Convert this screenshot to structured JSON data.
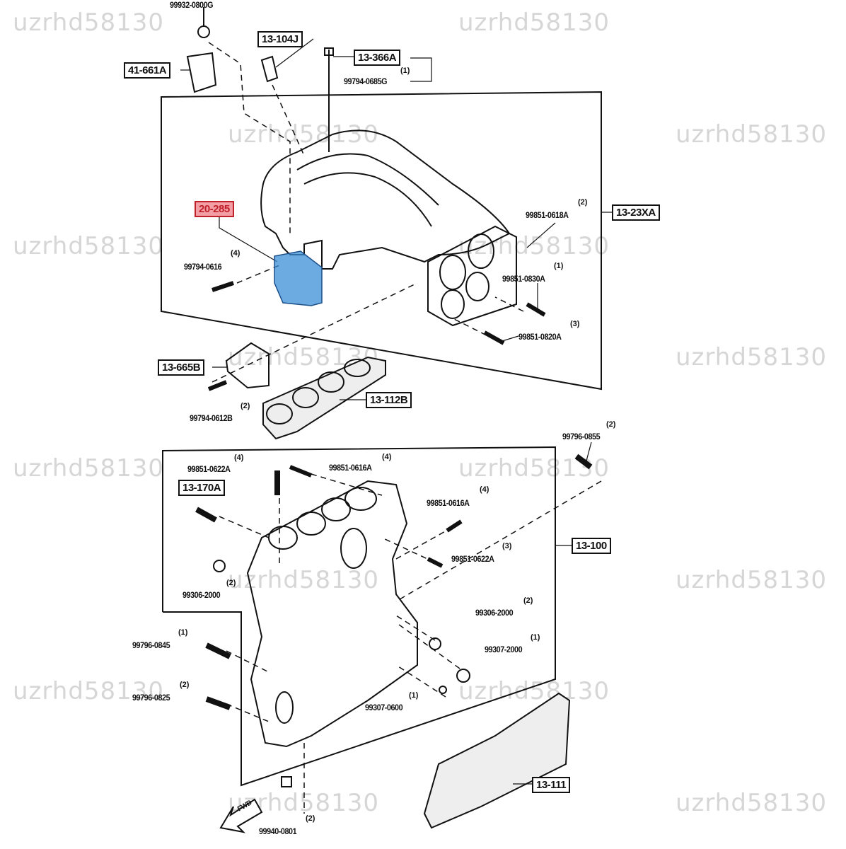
{
  "diagram": {
    "watermark": "uzrhd58130",
    "boxed_labels": {
      "b41_661A": "41-661A",
      "b13_104J": "13-104J",
      "b13_366A": "13-366A",
      "b20_285": "20-285",
      "b13_23XA": "13-23XA",
      "b13_665B": "13-665B",
      "b13_112B": "13-112B",
      "b13_170A": "13-170A",
      "b13_100": "13-100",
      "b13_111": "13-111"
    },
    "parts": [
      {
        "number": "99932-0800G",
        "qty": ""
      },
      {
        "number": "99794-0685G",
        "qty": "(1)"
      },
      {
        "number": "99794-0616",
        "qty": "(4)"
      },
      {
        "number": "99851-0618A",
        "qty": "(2)"
      },
      {
        "number": "99851-0830A",
        "qty": "(1)"
      },
      {
        "number": "99851-0820A",
        "qty": "(3)"
      },
      {
        "number": "99794-0612B",
        "qty": "(2)"
      },
      {
        "number": "99796-0855",
        "qty": "(2)"
      },
      {
        "number": "99851-0622A",
        "qty": "(4)"
      },
      {
        "number": "99851-0616A",
        "qty": "(4)"
      },
      {
        "number": "99851-0616A",
        "qty": "(4)"
      },
      {
        "number": "99851-0622A",
        "qty": "(3)"
      },
      {
        "number": "99306-2000",
        "qty": "(2)"
      },
      {
        "number": "99306-2000",
        "qty": "(2)"
      },
      {
        "number": "99307-2000",
        "qty": "(1)"
      },
      {
        "number": "99796-0845",
        "qty": "(1)"
      },
      {
        "number": "99796-0825",
        "qty": "(2)"
      },
      {
        "number": "99307-0600",
        "qty": "(1)"
      },
      {
        "number": "99940-0801",
        "qty": "(2)"
      }
    ],
    "fwd_label": "FWD",
    "highlight_colors": {
      "red": "#e05060",
      "blue": "#3a8fd8"
    }
  }
}
